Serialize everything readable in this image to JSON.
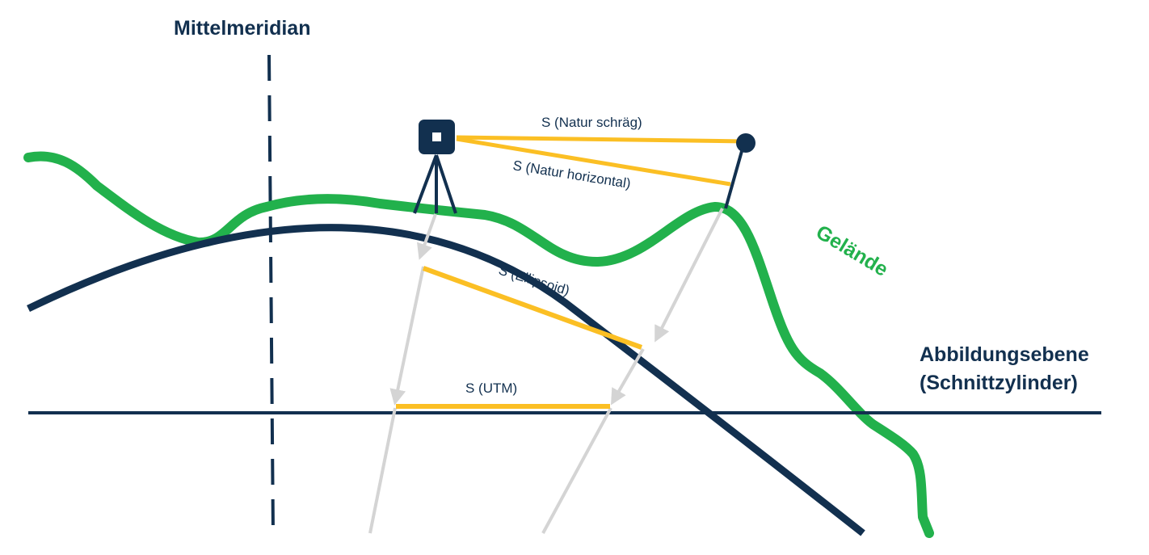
{
  "labels": {
    "mittelmeridian": "Mittelmeridian",
    "s_natur_schraeg": "S (Natur schräg)",
    "s_natur_horizontal": "S (Natur horizontal)",
    "gelaende": "Gelände",
    "s_ellipsoid": "S (Ellipsoid)",
    "abbildungsebene_1": "Abbildungsebene",
    "abbildungsebene_2": "(Schnittzylinder)",
    "s_utm": "S (UTM)"
  },
  "colors": {
    "dark": "#12304f",
    "green": "#22b14c",
    "yellow": "#fbbf24",
    "projection": "#d4d4d4",
    "background": "#ffffff"
  },
  "icons": {
    "instrument": "total-station-tripod-icon",
    "target": "target-reflector-pole-icon"
  }
}
